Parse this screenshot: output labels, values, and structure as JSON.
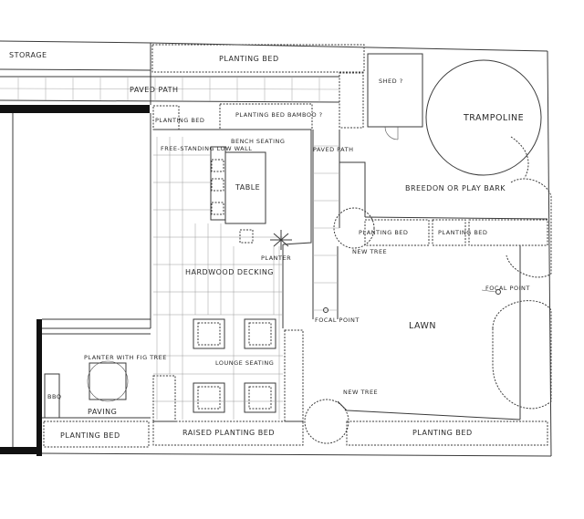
{
  "labels": {
    "storage": "STORAGE",
    "planting_bed_top": "PLANTING BED",
    "paved_path_top": "PAVED PATH",
    "shed": "SHED ?",
    "trampoline": "TRAMPOLINE",
    "planting_bed_small": "PLANTING BED",
    "planting_bed_bamboo": "PLANTING BED BAMBOO ?",
    "bench_seating": "BENCH SEATING",
    "free_standing_low_wall": "FREE-STANDING LOW WALL",
    "table": "TABLE",
    "paved_path_mid": "PAVED PATH",
    "breedon_play_bark": "BREEDON OR PLAY BARK",
    "planting_bed_mid": "PLANTING BED",
    "planting_bed_right": "PLANTING BED",
    "new_tree_top": "NEW TREE",
    "planter": "PLANTER",
    "focal_point_right": "FOCAL POINT",
    "hardwood_decking": "HARDWOOD DECKING",
    "focal_point_mid": "FOCAL POINT",
    "lawn": "LAWN",
    "planter_with_fig": "PLANTER WITH FIG TREE",
    "lounge_seating": "LOUNGE SEATING",
    "bbq": "BBQ",
    "new_tree_bottom": "NEW TREE",
    "paving": "PAVING",
    "planting_bed_bottom_left": "PLANTING BED",
    "raised_planting_bed": "RAISED PLANTING BED",
    "planting_bed_bottom_right": "PLANTING BED"
  },
  "colors": {
    "ink": "#2a2a2a",
    "wall": "#111111",
    "paper": "#ffffff"
  }
}
